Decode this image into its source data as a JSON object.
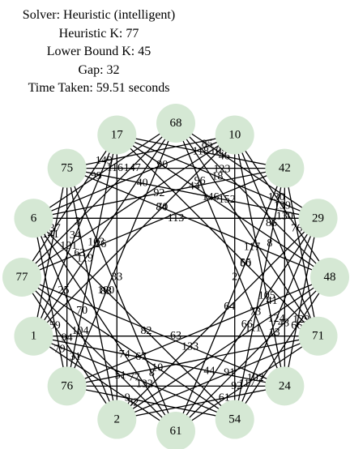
{
  "stats": {
    "solver": "Solver: Heuristic (intelligent)",
    "heuristic": "Heuristic K: 77",
    "lower_bound": "Lower Bound K: 45",
    "gap": "Gap: 32",
    "time": "Time Taken: 59.51 seconds"
  },
  "graph": {
    "nodes": [
      "68",
      "10",
      "42",
      "29",
      "48",
      "71",
      "24",
      "54",
      "61",
      "2",
      "76",
      "1",
      "77",
      "6",
      "75",
      "17"
    ],
    "edge_labels": [
      "85",
      "117",
      "59",
      "46",
      "48",
      "104",
      "116",
      "66",
      "74",
      "44",
      "117",
      "82",
      "63",
      "139",
      "61",
      "37",
      "123",
      "91",
      "94",
      "18",
      "111",
      "119",
      "40",
      "64",
      "8",
      "113",
      "76",
      "9",
      "141",
      "86",
      "92",
      "34",
      "152",
      "10",
      "70",
      "146",
      "41",
      "33",
      "84",
      "66",
      "82",
      "99",
      "130",
      "77",
      "3",
      "105",
      "44",
      "103",
      "96",
      "63",
      "83",
      "60",
      "129",
      "31",
      "149",
      "124",
      "51",
      "90",
      "8",
      "67",
      "101",
      "2",
      "133",
      "70",
      "109",
      "102",
      "79",
      "118",
      "13",
      "25",
      "147",
      "73",
      "132",
      "92",
      "55",
      "100",
      "26",
      "130"
    ]
  }
}
